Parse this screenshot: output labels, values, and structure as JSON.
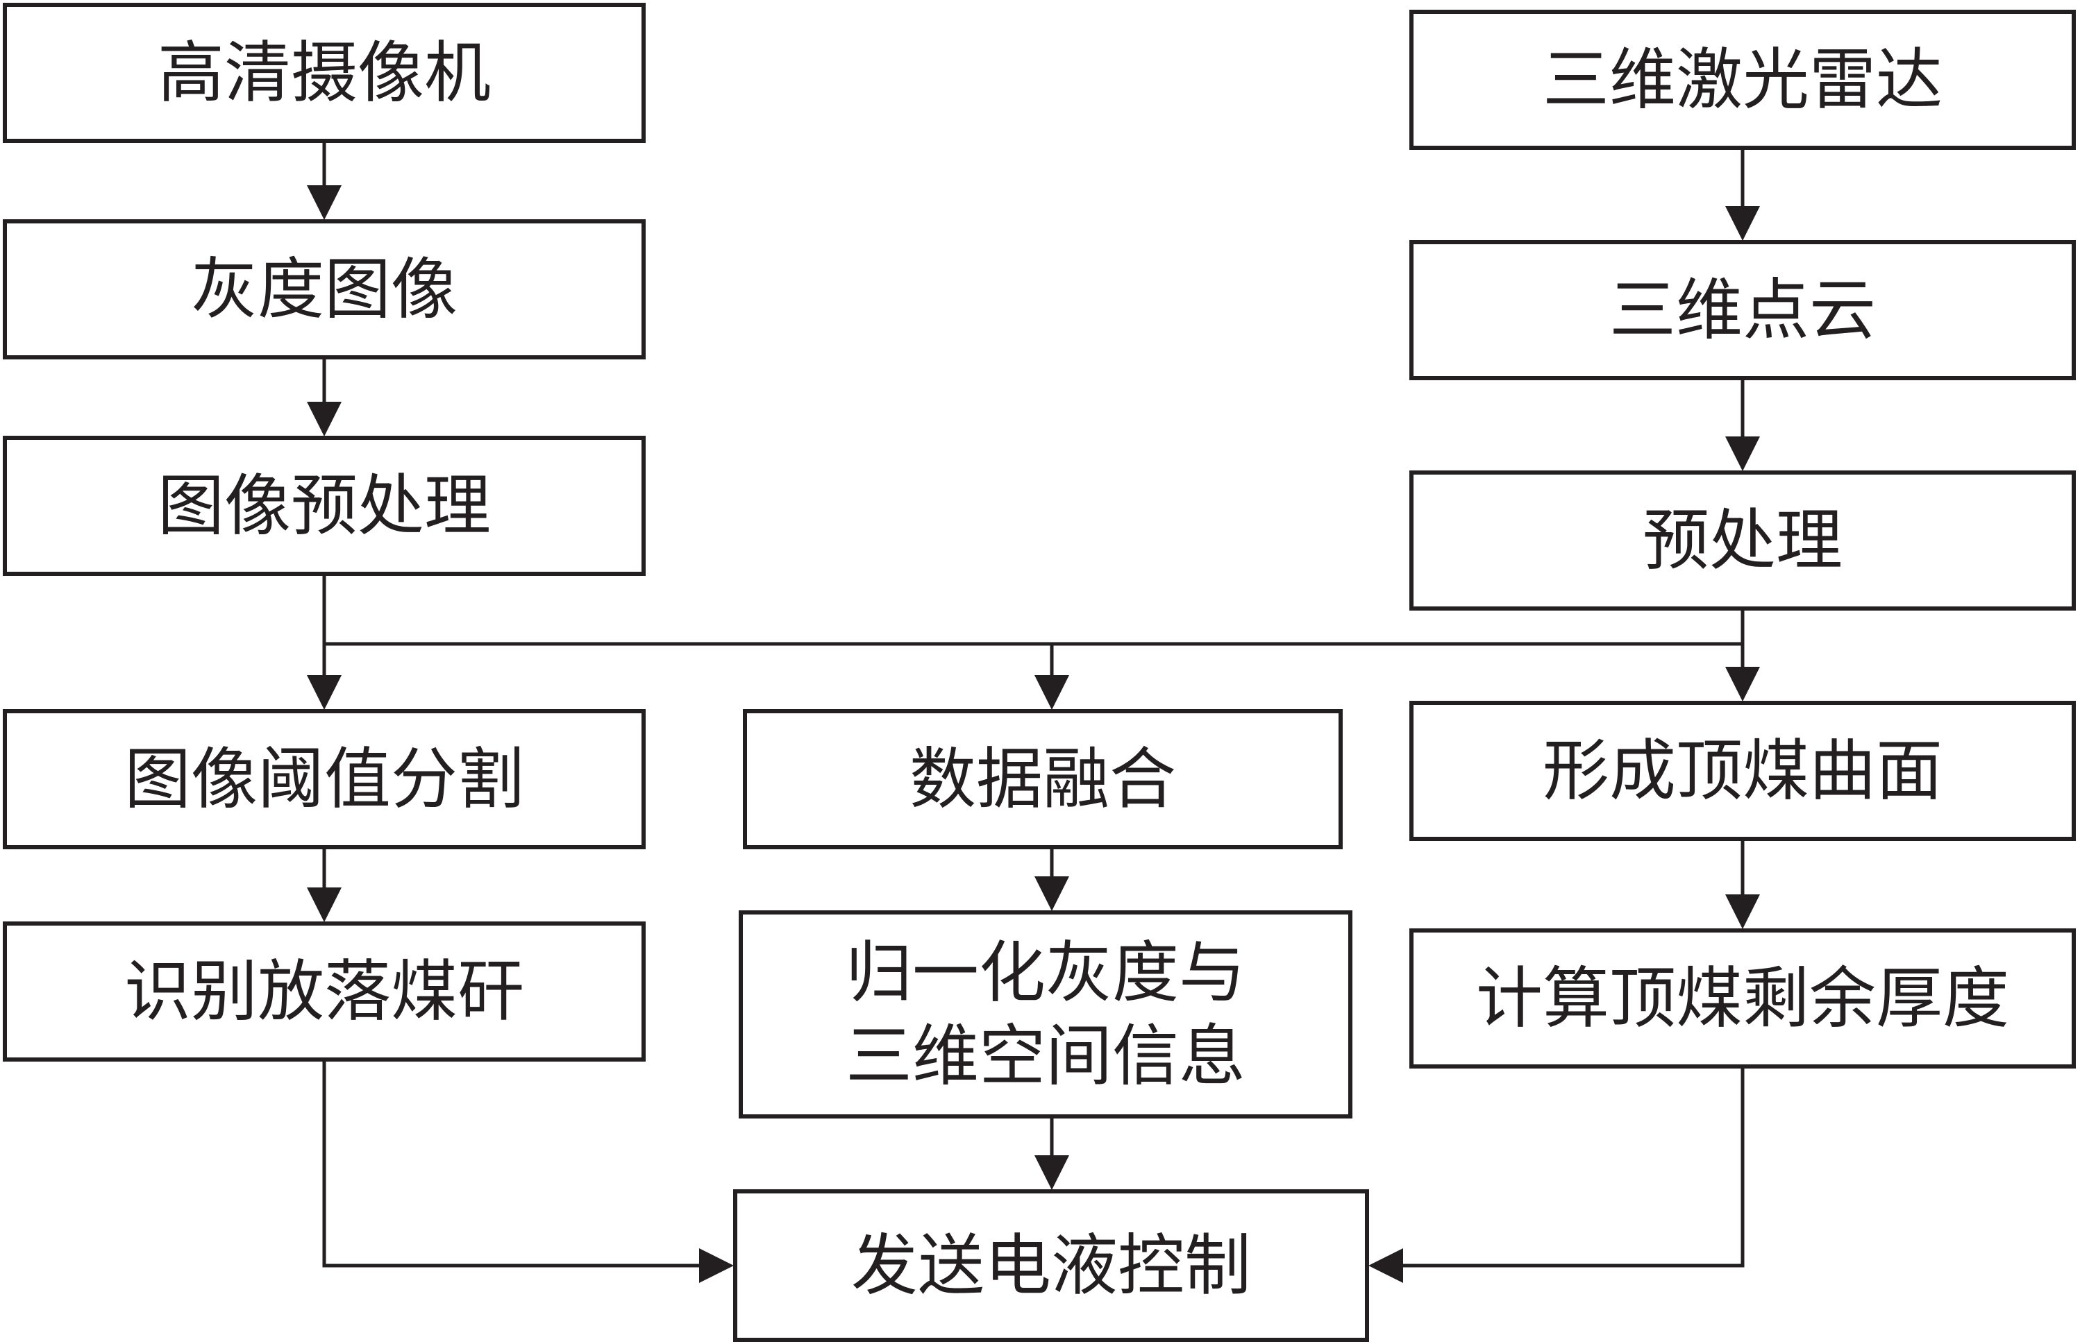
{
  "diagram": {
    "left_column": {
      "camera": "高清摄像机",
      "gray_image": "灰度图像",
      "image_preprocess": "图像预处理",
      "image_threshold": "图像阈值分割",
      "identify_coal_gangue": "识别放落煤矸"
    },
    "right_column": {
      "lidar": "三维激光雷达",
      "point_cloud": "三维点云",
      "preprocess": "预处理",
      "top_coal_surface": "形成顶煤曲面",
      "remaining_thickness": "计算顶煤剩余厚度"
    },
    "center_column": {
      "data_fusion": "数据融合",
      "normalize_line1": "归一化灰度与",
      "normalize_line2": "三维空间信息",
      "send_control": "发送电液控制"
    },
    "colors": {
      "stroke": "#231f20",
      "background": "#ffffff"
    }
  }
}
